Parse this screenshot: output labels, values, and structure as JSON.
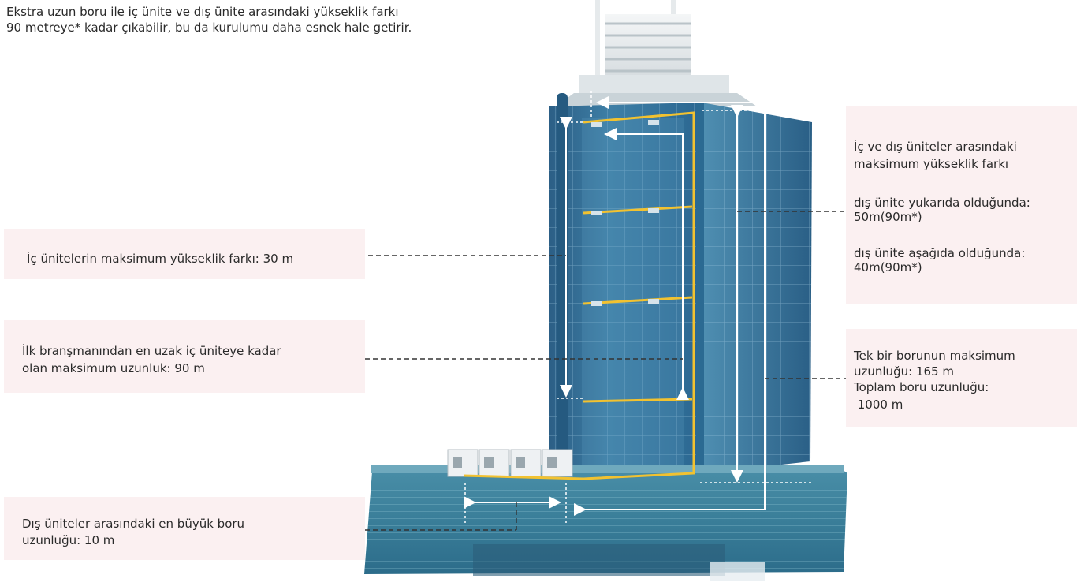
{
  "intro": {
    "line1": "Ekstra uzun boru ile iç ünite ve dış ünite arasındaki yükseklik farkı",
    "line2": "90 metreye* kadar çıkabilir, bu da kurulumu daha esnek hale getirir."
  },
  "callouts": {
    "indoor_height": {
      "text": "İç ünitelerin maksimum yükseklik farkı: 30 m"
    },
    "branch_length": {
      "line1": "İlk branşmanından en uzak iç üniteye kadar",
      "line2": "olan maksimum uzunluk: 90 m"
    },
    "outdoor_pipe": {
      "line1": "Dış üniteler arasındaki en büyük boru",
      "line2": "uzunluğu: 10 m"
    },
    "height_diff": {
      "line1": "İç ve dış üniteler arasındaki",
      "line2": "maksimum yükseklik farkı",
      "line3": "dış ünite yukarıda olduğunda:",
      "line4": "50m(90m*)",
      "line5": "dış ünite aşağıda olduğunda:",
      "line6": "40m(90m*)"
    },
    "pipe_length": {
      "line1": "Tek bir borunun maksimum",
      "line2": "uzunluğu: 165 m",
      "line3": "Toplam boru uzunluğu:",
      "line4": " 1000 m"
    }
  },
  "colors": {
    "callout_bg": "#fbf0f1",
    "glass": "#2f6f96",
    "pipe": "#f2c230",
    "arrow": "#ffffff",
    "leader": "#333333"
  }
}
